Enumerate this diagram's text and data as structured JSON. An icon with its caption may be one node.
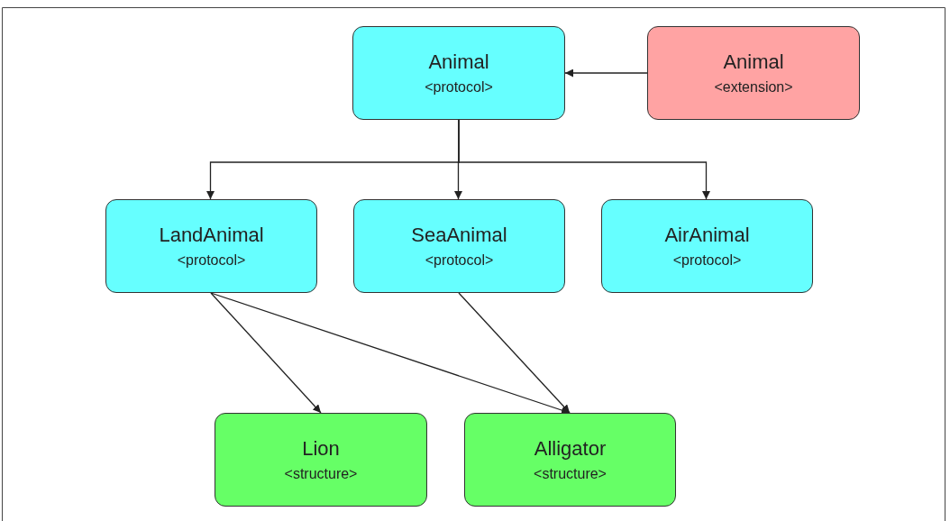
{
  "diagram": {
    "nodes": [
      {
        "text": [
          "Animal",
          "<protocol>"
        ]
      },
      {
        "text": [
          "Animal",
          "<extension>"
        ]
      },
      {
        "text": [
          "LandAnimal",
          "<protocol>"
        ]
      },
      {
        "text": [
          "SeaAnimal",
          "<protocol>"
        ]
      },
      {
        "text": [
          "AirAnimal",
          "<protocol>"
        ]
      },
      {
        "text": [
          "Lion",
          "<structure>"
        ]
      },
      {
        "text": [
          "Alligator",
          "<structure>"
        ]
      }
    ],
    "edges": [
      {
        "from": 1,
        "to": 0,
        "arrow": "to"
      },
      {
        "from": 0,
        "to": 2,
        "arrow": "to"
      },
      {
        "from": 0,
        "to": 3,
        "arrow": "to"
      },
      {
        "from": 0,
        "to": 4,
        "arrow": "to"
      },
      {
        "from": 2,
        "to": 5,
        "arrow": "to"
      },
      {
        "from": 2,
        "to": 6,
        "arrow": "to"
      },
      {
        "from": 3,
        "to": 6,
        "arrow": "to"
      }
    ]
  }
}
